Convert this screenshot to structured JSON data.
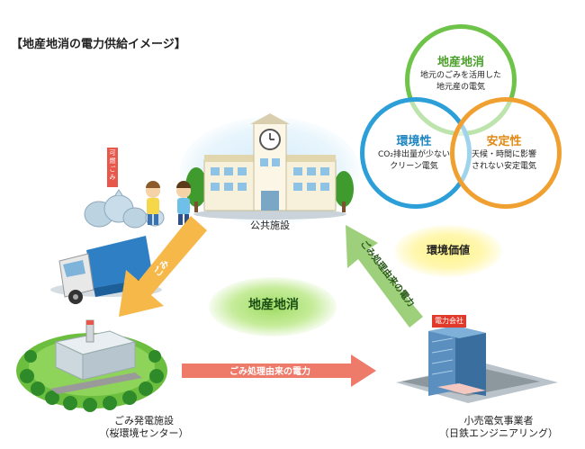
{
  "title": "【地産地消の電力供給イメージ】",
  "circles": {
    "local": {
      "title": "地産地消",
      "line1": "地元のごみを活用した",
      "line2": "地元産の電気",
      "color": "#6ec449"
    },
    "environment": {
      "title": "環境性",
      "line1": "CO₂排出量が少ない",
      "line2": "クリーン電気",
      "color": "#2d9fd8"
    },
    "stability": {
      "title": "安定性",
      "line1": "天候・時間に影響",
      "line2": "されない安定電気",
      "color": "#f0a030"
    }
  },
  "labels": {
    "public_facility": "公共施設",
    "env_value": "環境価値",
    "local_consumption": "地産地消",
    "plant_line1": "ごみ発電施設",
    "plant_line2": "（桜環境センター）",
    "retailer_line1": "小売電気事業者",
    "retailer_line2": "（日鉄エンジニアリング）",
    "garbage_tag": "可燃ごみ",
    "company_sign": "電力会社"
  },
  "arrows": {
    "garbage": "ごみ",
    "power_to_public": "ごみ処理由来の電力",
    "power_to_retailer": "ごみ処理由来の電力"
  }
}
